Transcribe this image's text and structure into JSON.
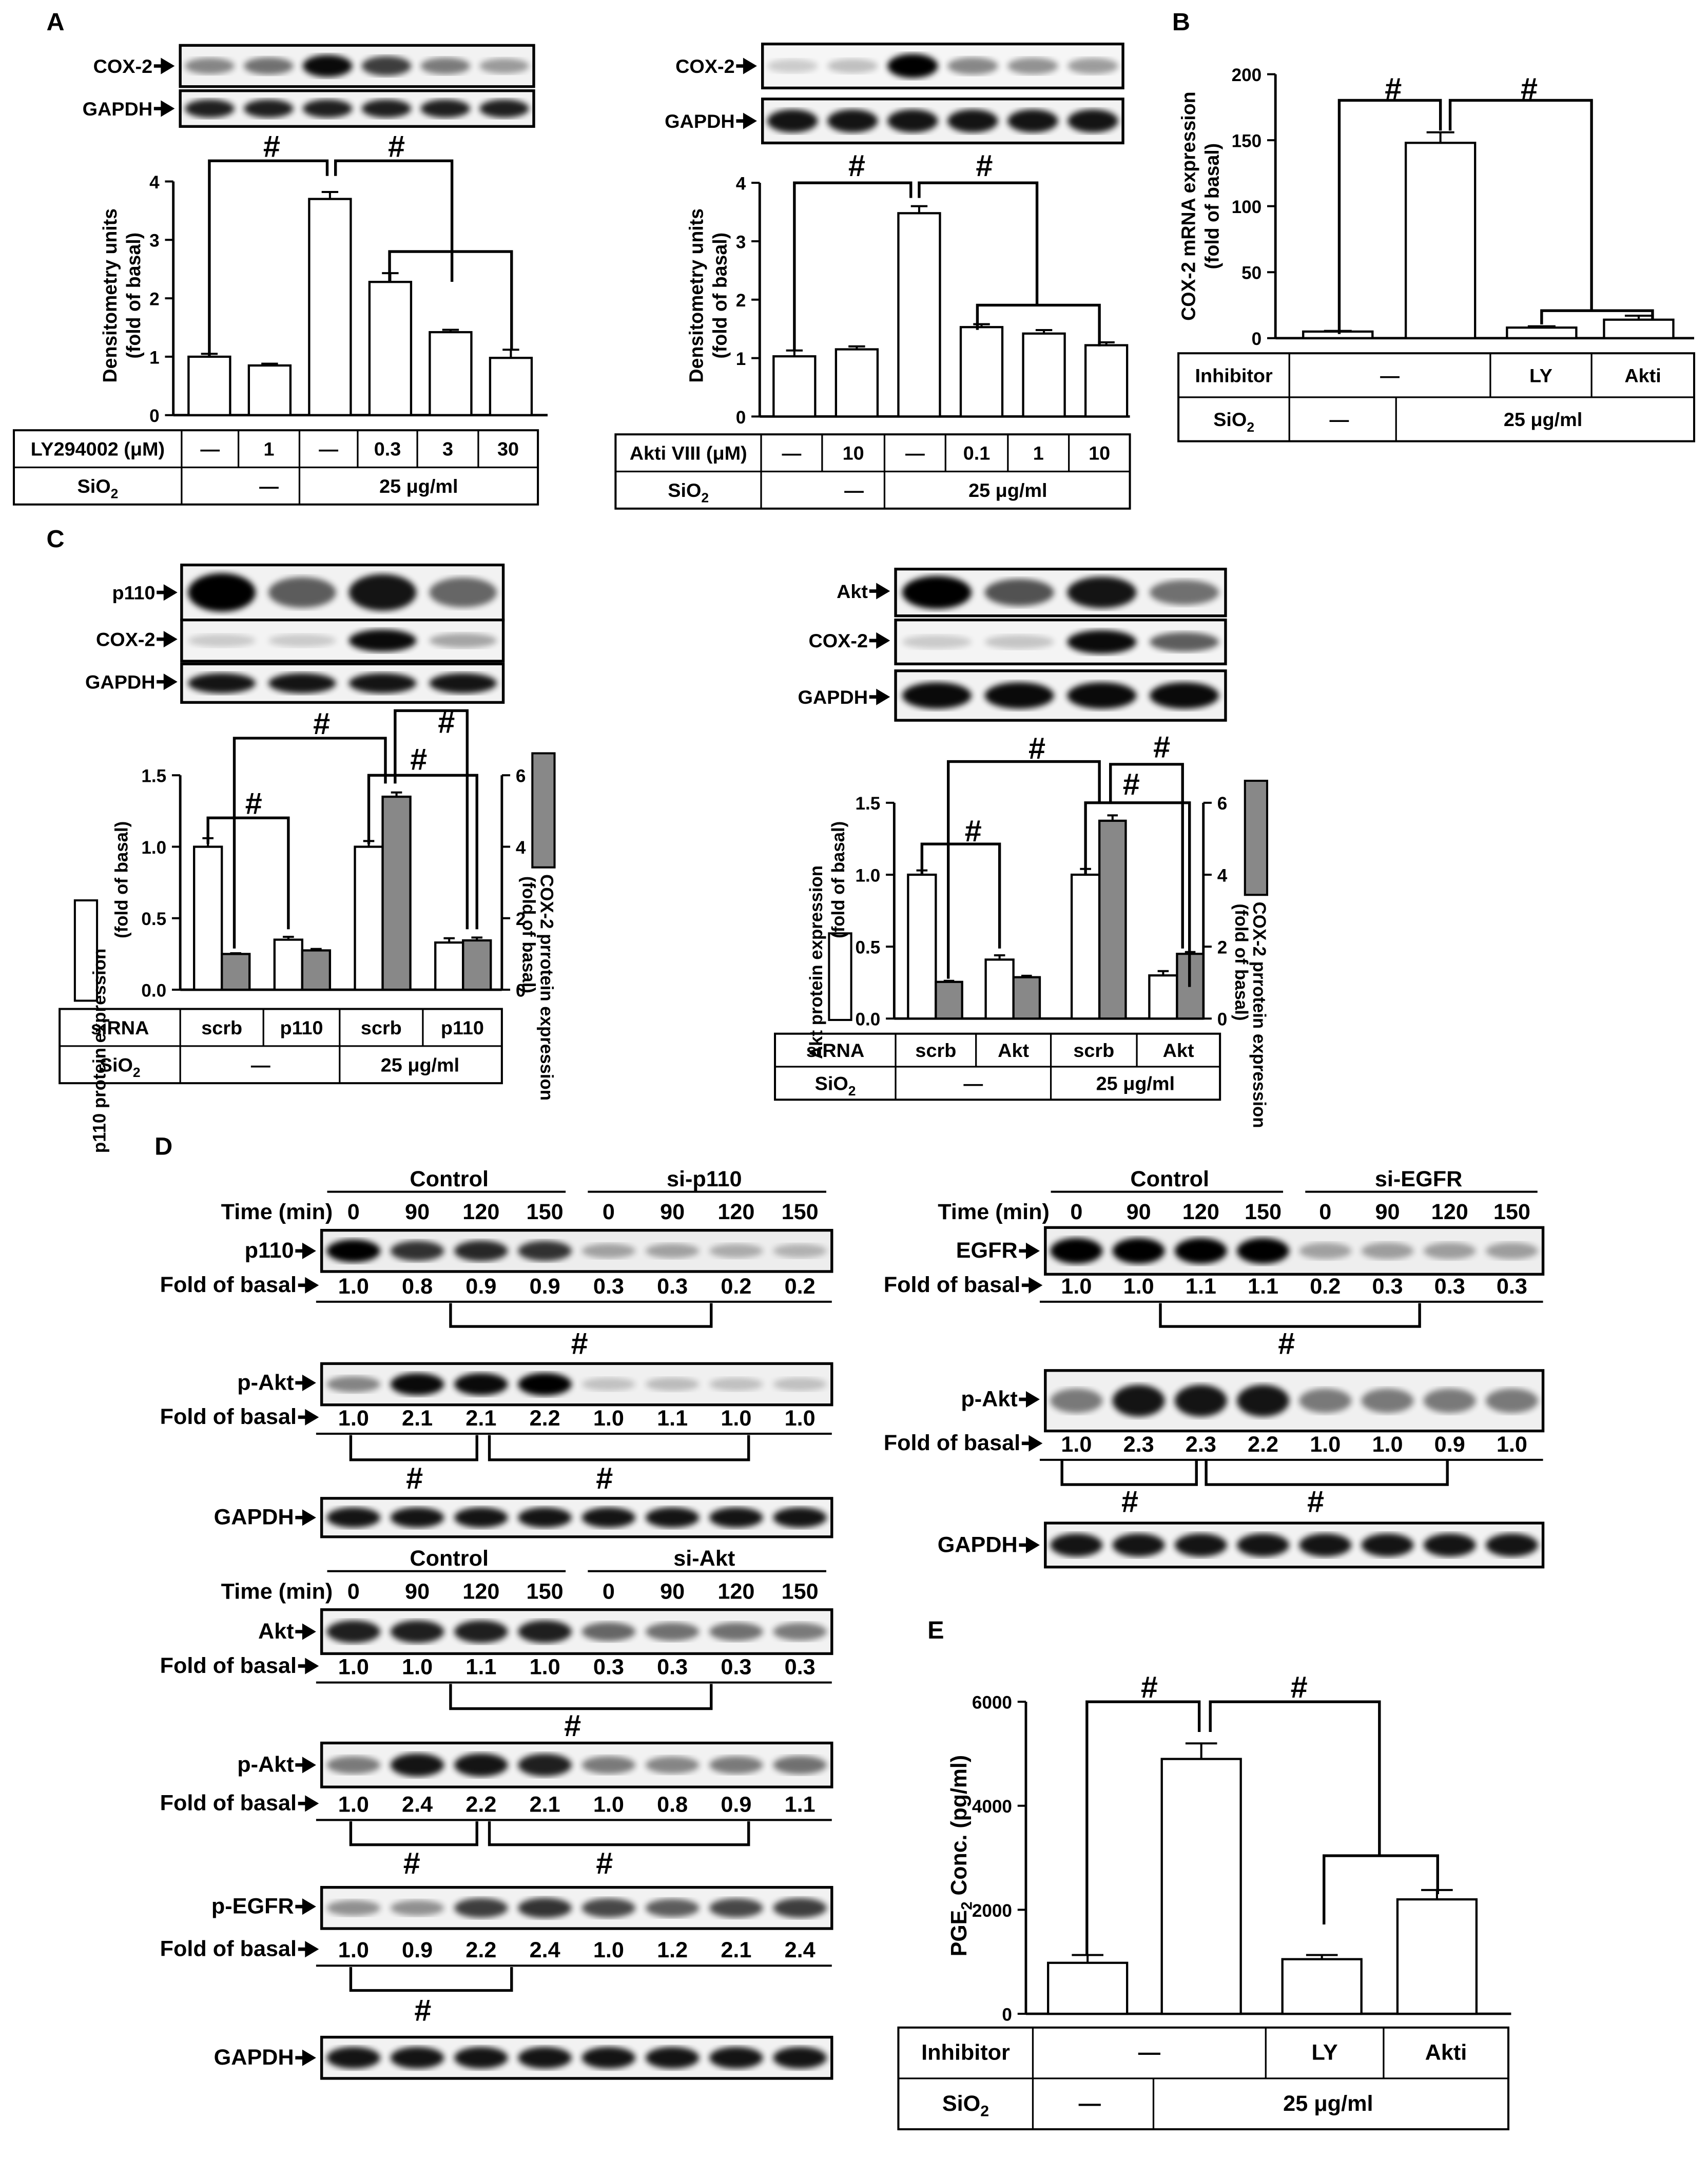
{
  "panels": {
    "A": "A",
    "B": "B",
    "C": "C",
    "D": "D",
    "E": "E"
  },
  "common": {
    "arrow": "→",
    "hash": "#",
    "dash": "—",
    "gapdh": "GAPDH",
    "cox2": "COX-2",
    "sio2": "SiO2",
    "dose": "25 μg/ml",
    "densitometry_ylabel": [
      "Densitometry units",
      "(fold of basal)"
    ],
    "fold_of_basal": "Fold of basal",
    "time_min": "Time (min)",
    "time_points": [
      "0",
      "90",
      "120",
      "150",
      "0",
      "90",
      "120",
      "150"
    ],
    "control": "Control"
  },
  "panelA_left": {
    "blot_labels": [
      "COX-2",
      "GAPDH"
    ],
    "table": {
      "row1_label": "LY294002 (μM)",
      "row1": [
        "—",
        "1",
        "—",
        "0.3",
        "3",
        "30"
      ],
      "row2_label": "SiO2",
      "row2": [
        "—",
        "25 μg/ml"
      ]
    }
  },
  "panelA_right": {
    "blot_labels": [
      "COX-2",
      "GAPDH"
    ],
    "table": {
      "row1_label": "Akti VIII (μM)",
      "row1": [
        "—",
        "10",
        "—",
        "0.1",
        "1",
        "10"
      ],
      "row2_label": "SiO2",
      "row2": [
        "—",
        "25 μg/ml"
      ]
    }
  },
  "panelB": {
    "ylabel": [
      "COX-2 mRNA expression",
      "(fold of basal)"
    ],
    "table": {
      "row1_label": "Inhibitor",
      "row1": [
        "—",
        "LY",
        "Akti"
      ],
      "row2_label": "SiO2",
      "row2": [
        "—",
        "25 μg/ml"
      ]
    }
  },
  "panelC_left": {
    "blot_labels": [
      "p110",
      "COX-2",
      "GAPDH"
    ],
    "ylabel_left": [
      "p110  protein expression",
      "(fold of basal)"
    ],
    "ylabel_right": [
      "COX-2 prrotein expression",
      "(fold of basal)"
    ],
    "table": {
      "row1_label": "siRNA",
      "row1": [
        "scrb",
        "p110",
        "scrb",
        "p110"
      ],
      "row2_label": "SiO2",
      "row2": [
        "—",
        "25 μg/ml"
      ]
    }
  },
  "panelC_right": {
    "blot_labels": [
      "Akt",
      "COX-2",
      "GAPDH"
    ],
    "ylabel_left": [
      "Akt  protein expression",
      "(fold of basal)"
    ],
    "ylabel_right": [
      "COX-2 prrotein expression",
      "(fold of basal)"
    ],
    "table": {
      "row1_label": "siRNA",
      "row1": [
        "scrb",
        "Akt",
        "scrb",
        "Akt"
      ],
      "row2_label": "SiO2",
      "row2": [
        "—",
        "25 μg/ml"
      ]
    }
  },
  "panelD_p110": {
    "group2": "si-p110",
    "blots": [
      {
        "label": "p110",
        "fold": [
          "1.0",
          "0.8",
          "0.9",
          "0.9",
          "0.3",
          "0.3",
          "0.2",
          "0.2"
        ]
      },
      {
        "label": "p-Akt",
        "fold": [
          "1.0",
          "2.1",
          "2.1",
          "2.2",
          "1.0",
          "1.1",
          "1.0",
          "1.0"
        ]
      },
      {
        "label": "GAPDH"
      }
    ]
  },
  "panelD_egfr": {
    "group2": "si-EGFR",
    "blots": [
      {
        "label": "EGFR",
        "fold": [
          "1.0",
          "1.0",
          "1.1",
          "1.1",
          "0.2",
          "0.3",
          "0.3",
          "0.3"
        ]
      },
      {
        "label": "p-Akt",
        "fold": [
          "1.0",
          "2.3",
          "2.3",
          "2.2",
          "1.0",
          "1.0",
          "0.9",
          "1.0"
        ]
      },
      {
        "label": "GAPDH"
      }
    ]
  },
  "panelD_akt": {
    "group2": "si-Akt",
    "blots": [
      {
        "label": "Akt",
        "fold": [
          "1.0",
          "1.0",
          "1.1",
          "1.0",
          "0.3",
          "0.3",
          "0.3",
          "0.3"
        ]
      },
      {
        "label": "p-Akt",
        "fold": [
          "1.0",
          "2.4",
          "2.2",
          "2.1",
          "1.0",
          "0.8",
          "0.9",
          "1.1"
        ]
      },
      {
        "label": "p-EGFR",
        "fold": [
          "1.0",
          "0.9",
          "2.2",
          "2.4",
          "1.0",
          "1.2",
          "2.1",
          "2.4"
        ]
      },
      {
        "label": "GAPDH"
      }
    ]
  },
  "panelE": {
    "ylabel": "PGE2 Conc. (pg/ml)",
    "table": {
      "row1_label": "Inhibitor",
      "row1": [
        "—",
        "LY",
        "Akti"
      ],
      "row2_label": "SiO2",
      "row2": [
        "—",
        "25 μg/ml"
      ]
    }
  },
  "chart_data": [
    {
      "id": "A-left",
      "type": "bar",
      "categories": [
        "1",
        "2",
        "3",
        "4",
        "5",
        "6"
      ],
      "values": [
        1.0,
        0.85,
        3.7,
        2.28,
        1.42,
        0.98
      ],
      "errors": [
        0.05,
        0.03,
        0.12,
        0.15,
        0.04,
        0.14
      ],
      "ylim": [
        0,
        4
      ],
      "yticks": [
        0,
        1,
        2,
        3,
        4
      ]
    },
    {
      "id": "A-right",
      "type": "bar",
      "categories": [
        "1",
        "2",
        "3",
        "4",
        "5",
        "6"
      ],
      "values": [
        1.03,
        1.15,
        3.48,
        1.53,
        1.42,
        1.22
      ],
      "errors": [
        0.1,
        0.05,
        0.12,
        0.05,
        0.06,
        0.05
      ],
      "ylim": [
        0,
        4
      ],
      "yticks": [
        0,
        1,
        2,
        3,
        4
      ]
    },
    {
      "id": "B",
      "type": "bar",
      "categories": [
        "1",
        "2",
        "3",
        "4"
      ],
      "values": [
        5,
        148,
        8,
        14
      ],
      "errors": [
        0.5,
        8,
        1,
        3
      ],
      "ylim": [
        0,
        200
      ],
      "yticks": [
        0,
        50,
        100,
        150,
        200
      ]
    },
    {
      "id": "C-left",
      "type": "bar",
      "categories": [
        "1",
        "2",
        "3",
        "4"
      ],
      "series": [
        {
          "values": [
            1.0,
            0.35,
            1.0,
            0.33
          ],
          "errors": [
            0.06,
            0.02,
            0.04,
            0.03
          ],
          "axis": "left"
        },
        {
          "values": [
            1.0,
            1.1,
            5.4,
            1.38
          ],
          "errors": [
            0.02,
            0.04,
            0.12,
            0.08
          ],
          "axis": "right"
        }
      ],
      "ylim_left": [
        0,
        1.5
      ],
      "yticks_left": [
        0.0,
        0.5,
        1.0,
        1.5
      ],
      "ylim_right": [
        0,
        6
      ],
      "yticks_right": [
        0,
        2,
        4,
        6
      ]
    },
    {
      "id": "C-right",
      "type": "bar",
      "categories": [
        "1",
        "2",
        "3",
        "4"
      ],
      "series": [
        {
          "values": [
            1.0,
            0.41,
            1.0,
            0.3
          ],
          "errors": [
            0.03,
            0.03,
            0.04,
            0.03
          ],
          "axis": "left"
        },
        {
          "values": [
            1.02,
            1.15,
            5.5,
            1.8
          ],
          "errors": [
            0.03,
            0.04,
            0.15,
            0.05
          ],
          "axis": "right"
        }
      ],
      "ylim_left": [
        0,
        1.5
      ],
      "yticks_left": [
        0.0,
        0.5,
        1.0,
        1.5
      ],
      "ylim_right": [
        0,
        6
      ],
      "yticks_right": [
        0,
        2,
        4,
        6
      ]
    },
    {
      "id": "E",
      "type": "bar",
      "categories": [
        "1",
        "2",
        "3",
        "4"
      ],
      "values": [
        980,
        4900,
        1050,
        2200
      ],
      "errors": [
        150,
        300,
        80,
        180
      ],
      "ylim": [
        0,
        6000
      ],
      "yticks": [
        0,
        2000,
        4000,
        6000
      ]
    }
  ]
}
